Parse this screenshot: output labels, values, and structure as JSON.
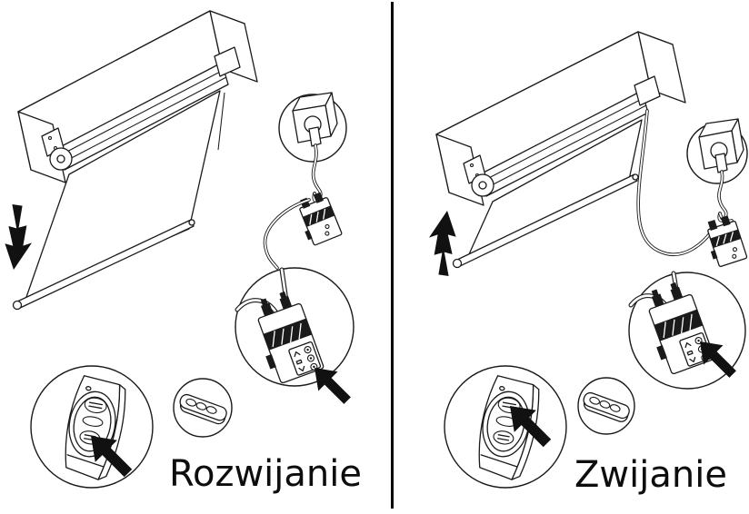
{
  "colors": {
    "background": "#ffffff",
    "line": "#1a1a1a",
    "divider": "#000000",
    "arrow_fill": "#111111",
    "text": "#0d0d0d"
  },
  "panels": [
    {
      "label": "Rozwijanie",
      "motion_arrow": "down",
      "screen_state": "extended",
      "pressed_button": "down",
      "components": {
        "screen": "wall-mounted-projection-screen",
        "socket": "power-socket-with-plug",
        "receiver": "receiver-control-box",
        "receiver_zoom": "receiver-buttons-closeup",
        "remote_zoom": "wall-switch-remote-closeup",
        "remote": "handheld-remote"
      }
    },
    {
      "label": "Zwijanie",
      "motion_arrow": "up",
      "screen_state": "retracted",
      "pressed_button": "up",
      "components": {
        "screen": "wall-mounted-projection-screen",
        "socket": "power-socket-with-plug",
        "receiver": "receiver-control-box",
        "receiver_zoom": "receiver-buttons-closeup",
        "remote_zoom": "wall-switch-remote-closeup",
        "remote": "handheld-remote"
      }
    }
  ]
}
